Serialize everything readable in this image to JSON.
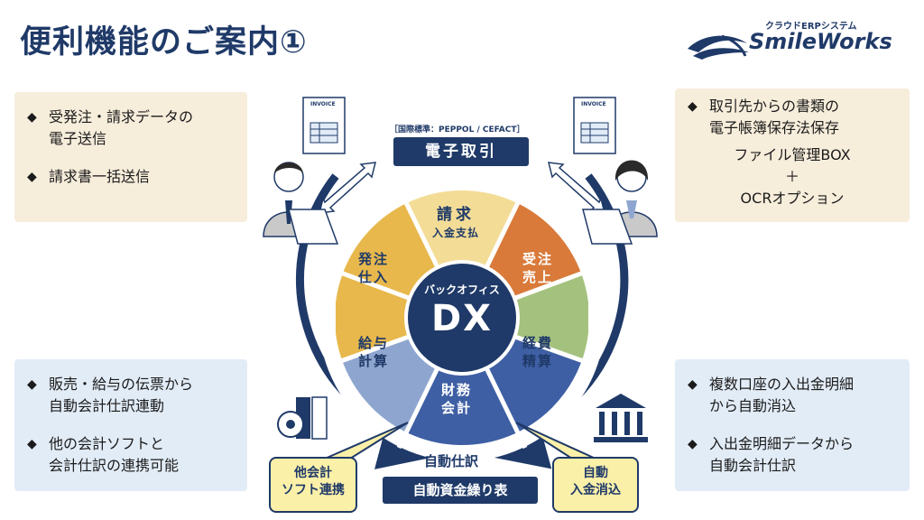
{
  "title": "便利機能のご案内①",
  "logo": {
    "subtitle": "クラウドERPシステム",
    "name": "SmileWorks",
    "icon": "swoosh-logo-icon"
  },
  "top_left": {
    "items": [
      "受発注・請求データの\n電子送信",
      "請求書一括送信"
    ]
  },
  "top_right": {
    "item": "取引先からの書類の\n電子帳簿保存法保存",
    "line1": "ファイル管理BOX",
    "plus": "＋",
    "line2": "OCRオプション"
  },
  "bottom_left": {
    "items": [
      "販売・給与の伝票から\n自動会計仕訳連動",
      "他の会計ソフトと\n会計仕訳の連携可能"
    ]
  },
  "bottom_right": {
    "items": [
      "複数口座の入出金明細\nから自動消込",
      "入出金明細データから\n自動会計仕訳"
    ]
  },
  "bullet": "◆",
  "diagram": {
    "standard": "［国際標準：PEPPOL / CEFACT］",
    "denshi": "電子取引",
    "invoice_label": "INVOICE",
    "segments": {
      "seikyu": "請求",
      "seikyu_sub": "入金支払",
      "juchu": "受注\n売上",
      "keihi": "経費\n精算",
      "zaimu": "財務\n会計",
      "kyuyo": "給与\n計算",
      "hatchu": "発注\n仕入"
    },
    "center_small": "バックオフィス",
    "center_big": "DX",
    "jidou_shiwake": "自動仕訳",
    "shikin": "自動資金繰り表",
    "callout_left": "他会計\nソフト連携",
    "callout_right": "自動\n入金消込"
  },
  "colors": {
    "navy": "#1f3a68",
    "seikyu": "#f3dc96",
    "juchu": "#d97a3a",
    "keihi": "#a4c27e",
    "zaimu": "#3f5fa4",
    "kyuyo": "#8ea6cf",
    "hatchu": "#e8b84c"
  }
}
